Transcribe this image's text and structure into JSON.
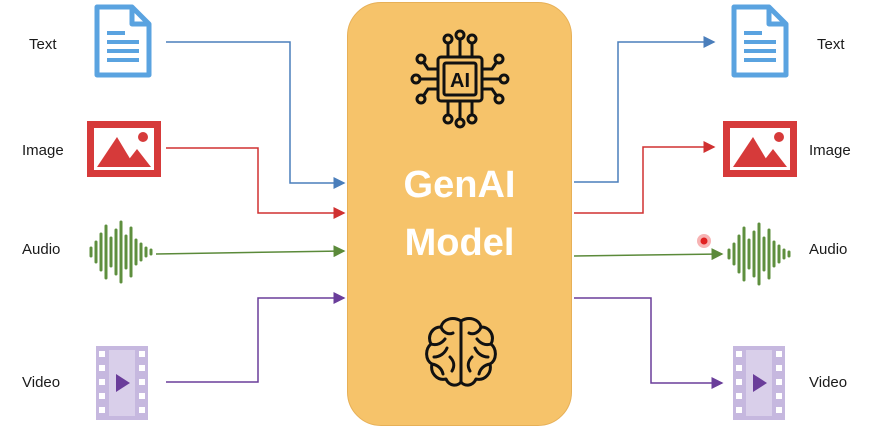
{
  "inputs": {
    "text": "Text",
    "image": "Image",
    "audio": "Audio",
    "video": "Video"
  },
  "outputs": {
    "text": "Text",
    "image": "Image",
    "audio": "Audio",
    "video": "Video"
  },
  "model": {
    "title_line1": "GenAI",
    "title_line2": "Model",
    "chip_label": "AI"
  },
  "colors": {
    "model_fill": "#f6c36a",
    "text_arrow": "#4a7ebb",
    "image_arrow": "#d03030",
    "audio_arrow": "#5b8a3a",
    "video_arrow": "#6a3d9a",
    "doc_icon": "#5aa3e0",
    "image_icon": "#d63a3a",
    "audio_icon": "#5e8f3e",
    "video_icon": "#c6b8df"
  },
  "icons": [
    "document-icon",
    "image-icon",
    "audio-waveform-icon",
    "video-film-icon",
    "ai-chip-icon",
    "brain-icon",
    "cursor-dot"
  ]
}
